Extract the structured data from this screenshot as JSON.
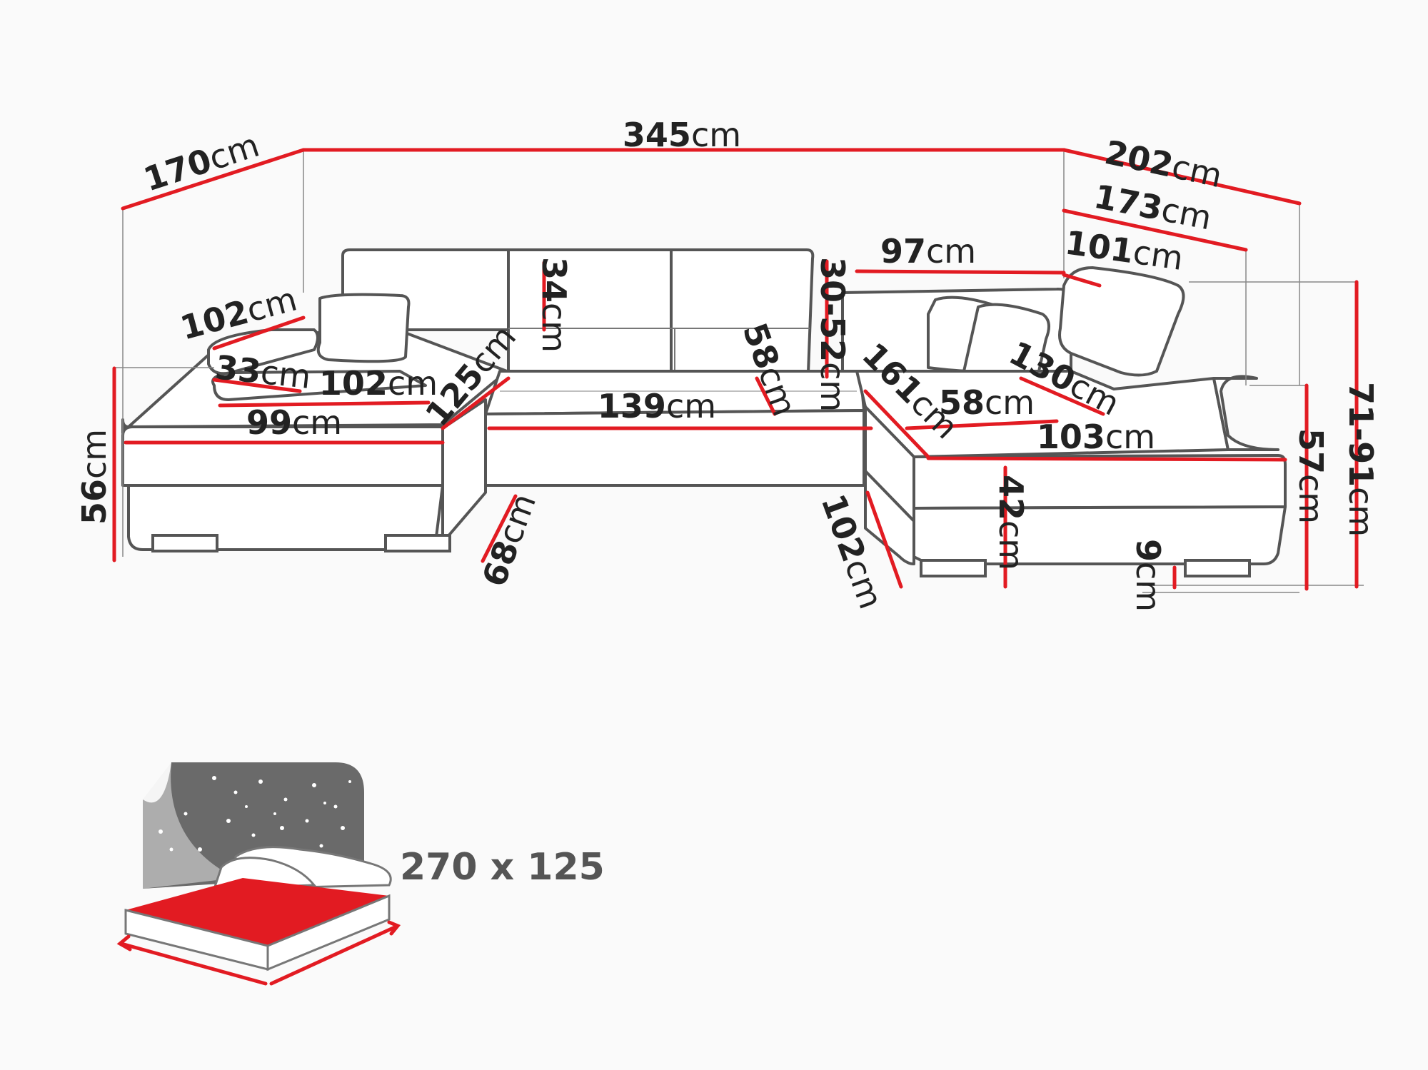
{
  "dimensions": {
    "overall_width": {
      "value": "345",
      "unit": "cm"
    },
    "left_depth": {
      "value": "170",
      "unit": "cm"
    },
    "right_depth": {
      "value": "202",
      "unit": "cm"
    },
    "right_173": {
      "value": "173",
      "unit": "cm"
    },
    "right_101": {
      "value": "101",
      "unit": "cm"
    },
    "center_97": {
      "value": "97",
      "unit": "cm"
    },
    "back_34": {
      "value": "34",
      "unit": "cm"
    },
    "headrest_30_52": {
      "value": "30-52",
      "unit": "cm"
    },
    "left_arm_102": {
      "value": "102",
      "unit": "cm"
    },
    "arm_33": {
      "value": "33",
      "unit": "cm"
    },
    "left_seat_102": {
      "value": "102",
      "unit": "cm"
    },
    "left_seat_125": {
      "value": "125",
      "unit": "cm"
    },
    "left_seat_99": {
      "value": "99",
      "unit": "cm"
    },
    "center_139": {
      "value": "139",
      "unit": "cm"
    },
    "center_58": {
      "value": "58",
      "unit": "cm"
    },
    "right_161": {
      "value": "161",
      "unit": "cm"
    },
    "right_58": {
      "value": "58",
      "unit": "cm"
    },
    "right_130": {
      "value": "130",
      "unit": "cm"
    },
    "right_103": {
      "value": "103",
      "unit": "cm"
    },
    "left_height_56": {
      "value": "56",
      "unit": "cm"
    },
    "seat_depth_68": {
      "value": "68",
      "unit": "cm"
    },
    "right_102": {
      "value": "102",
      "unit": "cm"
    },
    "seat_height_42": {
      "value": "42",
      "unit": "cm"
    },
    "feet_9": {
      "value": "9",
      "unit": "cm"
    },
    "right_height_57": {
      "value": "57",
      "unit": "cm"
    },
    "total_height_71_91": {
      "value": "71-91",
      "unit": "cm"
    }
  },
  "bed": {
    "size_label": "270 x 125",
    "icon": "bed-with-night-sky-icon"
  },
  "colors": {
    "measure_line": "#e21b22",
    "outline": "#555555",
    "label_text": "#222222",
    "mattress": "#e21b22"
  }
}
